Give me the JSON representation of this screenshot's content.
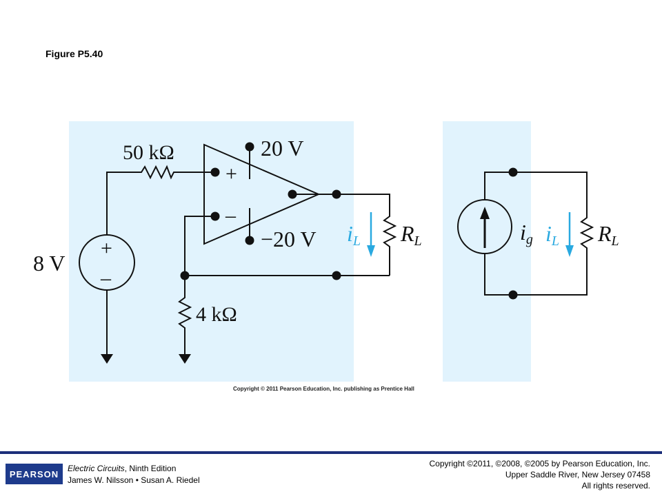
{
  "figure_title": "Figure P5.40",
  "circuit": {
    "source_voltage": "8 V",
    "source_plus": "+",
    "source_minus": "–",
    "input_resistor": "50 kΩ",
    "ground_resistor": "4 kΩ",
    "opamp_plus": "+",
    "opamp_minus": "–",
    "supply_positive": "20 V",
    "supply_negative": "−20 V",
    "load_current_main": "i",
    "load_current_main_sub": "L",
    "load_resistor_main": "R",
    "load_resistor_main_sub": "L",
    "norton_current": "i",
    "norton_current_sub": "g",
    "load_current_equiv": "i",
    "load_current_equiv_sub": "L",
    "load_resistor_equiv": "R",
    "load_resistor_equiv_sub": "L",
    "highlight_color": "#e1f3fd",
    "arrow_color": "#29a9e0"
  },
  "publisher_line": "Copyright © 2011 Pearson Education, Inc. publishing as Prentice Hall",
  "footer": {
    "logo": "PEARSON",
    "book_title": "Electric Circuits",
    "book_edition": ", Ninth Edition",
    "authors": "James W. Nilsson • Susan A. Riedel",
    "copyright_lines": [
      "Copyright ©2011, ©2008, ©2005 by Pearson Education, Inc.",
      "Upper Saddle River, New Jersey 07458",
      "All rights reserved."
    ]
  }
}
